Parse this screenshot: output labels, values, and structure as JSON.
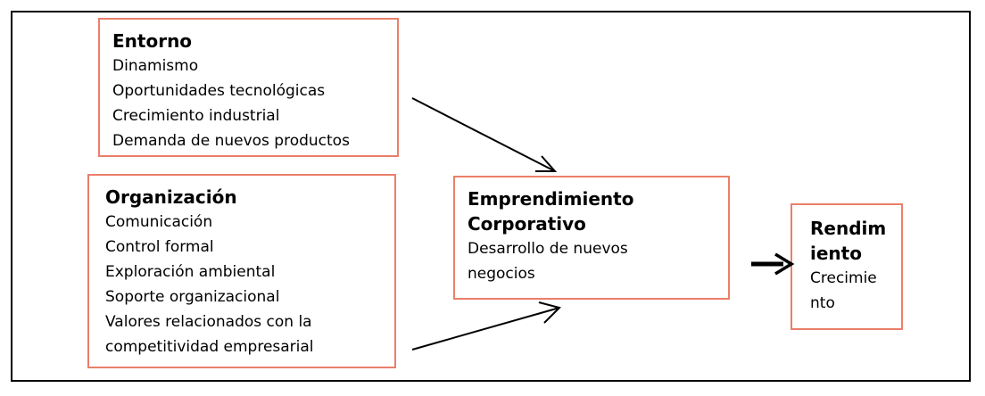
{
  "boxes": {
    "entorno": {
      "title": "Entorno",
      "items": [
        "Dinamismo",
        "Oportunidades tecnológicas",
        "Crecimiento industrial",
        "Demanda de nuevos productos"
      ]
    },
    "organizacion": {
      "title": "Organización",
      "items": [
        "Comunicación",
        "Control formal",
        "Exploración ambiental",
        "Soporte organizacional",
        "Valores relacionados con la",
        "competitividad empresarial"
      ]
    },
    "emprendimiento": {
      "title_lines": [
        "Emprendimiento",
        "Corporativo"
      ],
      "items": [
        "Desarrollo de nuevos",
        "negocios"
      ]
    },
    "rendimiento": {
      "title_lines": [
        "Rendim",
        "iento"
      ],
      "items": [
        "Crecimie",
        "nto"
      ]
    }
  },
  "colors": {
    "box_border": "#ea7f6a",
    "frame_border": "#000000",
    "arrow": "#000000"
  }
}
